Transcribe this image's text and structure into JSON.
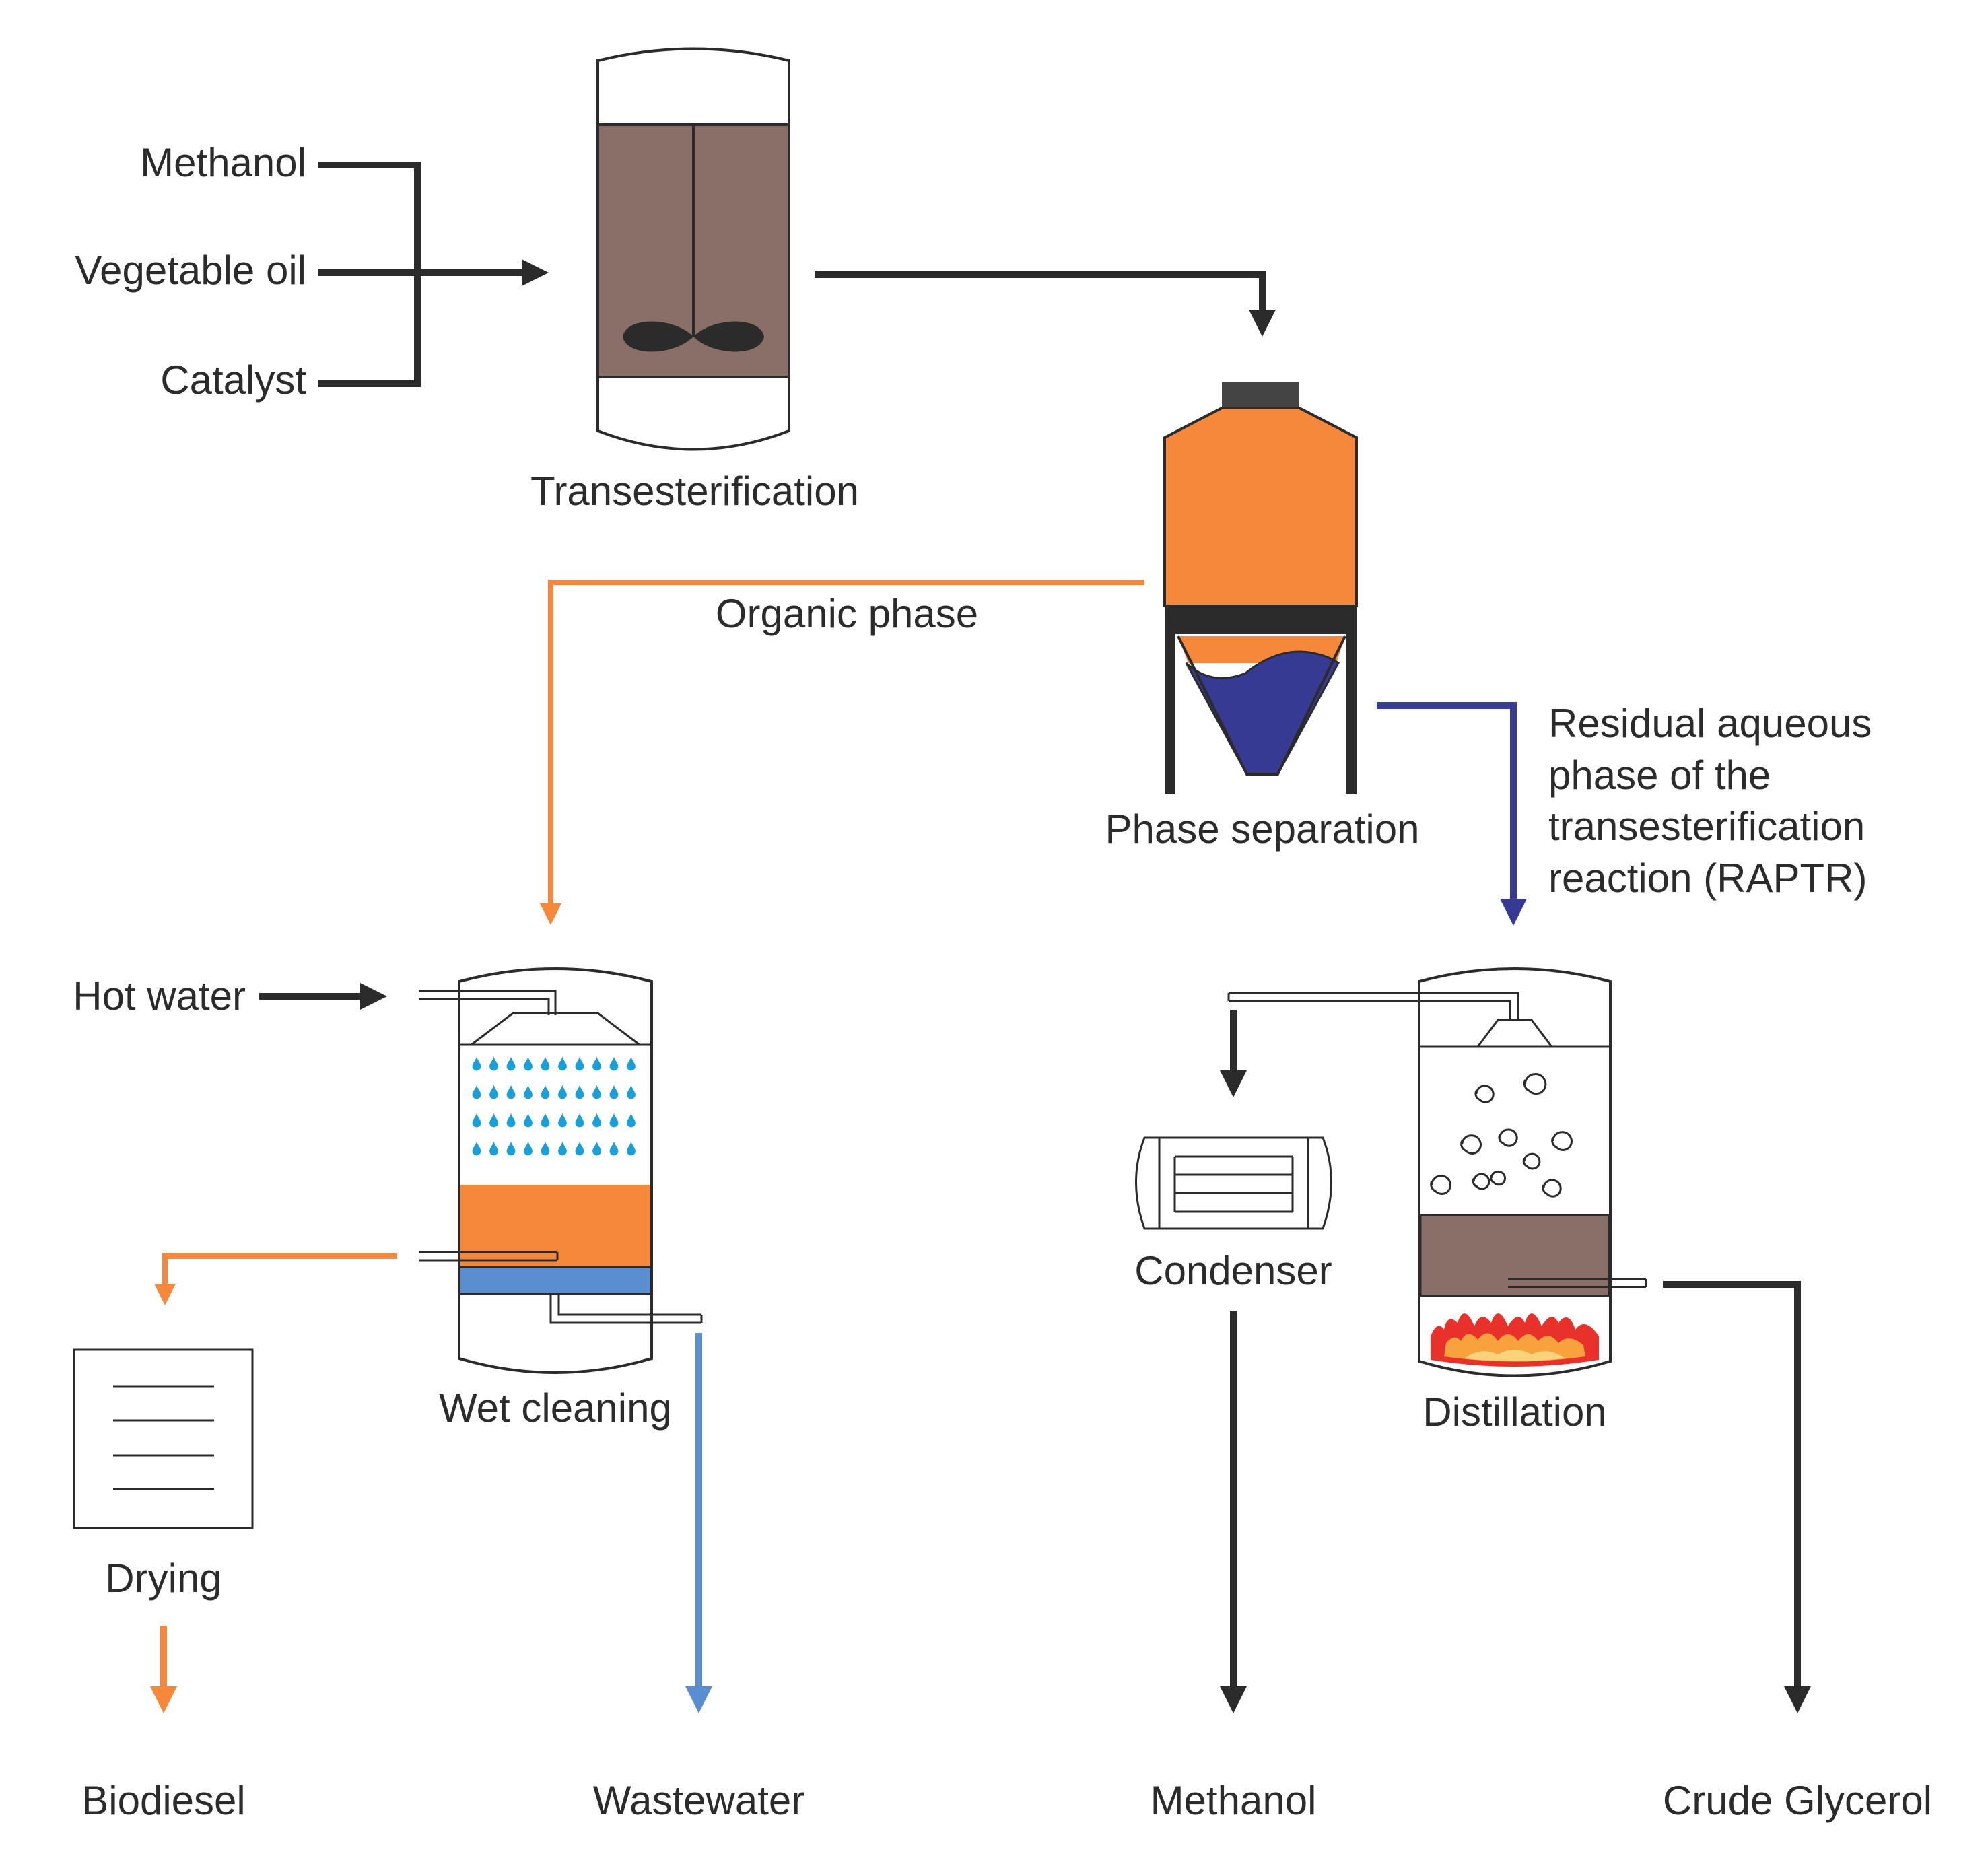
{
  "inputs": {
    "methanol": "Methanol",
    "vegetable_oil": "Vegetable oil",
    "catalyst": "Catalyst"
  },
  "units": {
    "transesterification": "Transesterification",
    "phase_separation": "Phase separation",
    "wet_cleaning": "Wet cleaning",
    "drying": "Drying",
    "condenser": "Condenser",
    "distillation": "Distillation"
  },
  "streams": {
    "organic_phase": "Organic phase",
    "hot_water": "Hot water",
    "raptr_lines": [
      "Residual aqueous",
      "phase of the",
      "transesterification",
      "reaction (RAPTR)"
    ]
  },
  "outputs": {
    "biodiesel": "Biodiesel",
    "wastewater": "Wastewater",
    "methanol": "Methanol",
    "crude_glycerol": "Crude Glycerol"
  },
  "colors": {
    "line_dark": "#2b2b2b",
    "organic": "#f6883b",
    "aqueous_blue": "#363a93",
    "wastewater_blue": "#5b8ed0",
    "reactor_fill": "#8a6f68",
    "water_drop": "#1aa0d8",
    "flame_red": "#e8312a",
    "flame_orange": "#f7a23c"
  }
}
